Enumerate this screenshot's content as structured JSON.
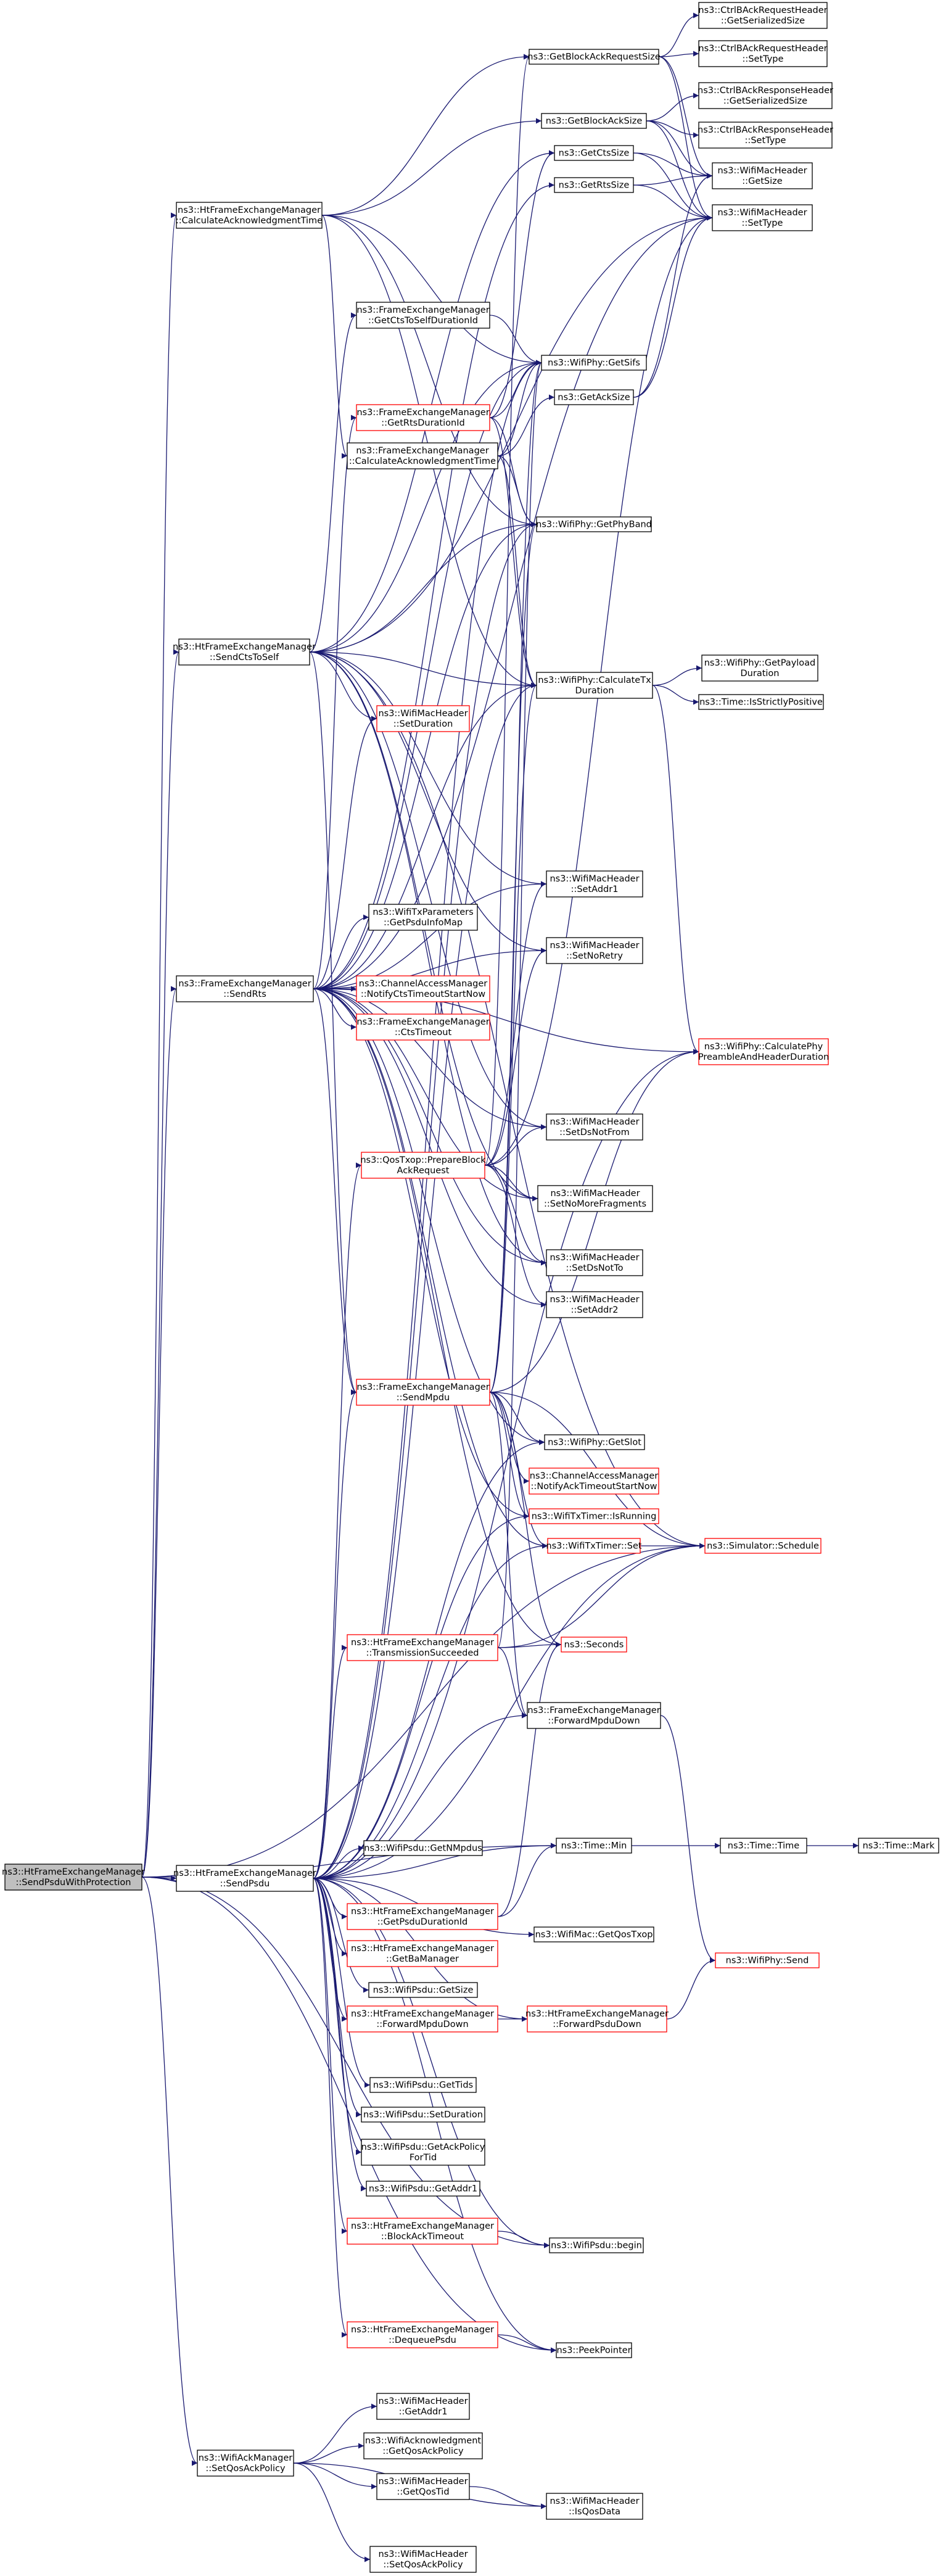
{
  "colors": {
    "edge": "#191970",
    "node_border_black": "#000000",
    "node_border_red": "#ff0000",
    "root_fill": "#bfbfbf",
    "node_fill": "#ffffff"
  },
  "nodes": [
    {
      "id": "root",
      "lines": [
        "ns3::HtFrameExchangeManager",
        "::SendPsduWithProtection"
      ],
      "style": "root"
    },
    {
      "id": "calcAckTimeHt",
      "lines": [
        "ns3::HtFrameExchangeManager",
        "::CalculateAcknowledgmentTime"
      ],
      "style": "black"
    },
    {
      "id": "getBlockAckReqSize",
      "lines": [
        "ns3::GetBlockAckRequestSize"
      ],
      "style": "black"
    },
    {
      "id": "ctrlBArqGetSer",
      "lines": [
        "ns3::CtrlBAckRequestHeader",
        "::GetSerializedSize"
      ],
      "style": "black"
    },
    {
      "id": "ctrlBArqSetType",
      "lines": [
        "ns3::CtrlBAckRequestHeader",
        "::SetType"
      ],
      "style": "black"
    },
    {
      "id": "getBlockAckSize",
      "lines": [
        "ns3::GetBlockAckSize"
      ],
      "style": "black"
    },
    {
      "id": "ctrlBArspGetSer",
      "lines": [
        "ns3::CtrlBAckResponseHeader",
        "::GetSerializedSize"
      ],
      "style": "black"
    },
    {
      "id": "ctrlBArspSetType",
      "lines": [
        "ns3::CtrlBAckResponseHeader",
        "::SetType"
      ],
      "style": "black"
    },
    {
      "id": "getCtsSize",
      "lines": [
        "ns3::GetCtsSize"
      ],
      "style": "black"
    },
    {
      "id": "macGetSize",
      "lines": [
        "ns3::WifiMacHeader",
        "::GetSize"
      ],
      "style": "black"
    },
    {
      "id": "getRtsSize",
      "lines": [
        "ns3::GetRtsSize"
      ],
      "style": "black"
    },
    {
      "id": "macSetType",
      "lines": [
        "ns3::WifiMacHeader",
        "::SetType"
      ],
      "style": "black"
    },
    {
      "id": "getCtsToSelfDur",
      "lines": [
        "ns3::FrameExchangeManager",
        "::GetCtsToSelfDurationId"
      ],
      "style": "black"
    },
    {
      "id": "getSifs",
      "lines": [
        "ns3::WifiPhy::GetSifs"
      ],
      "style": "black"
    },
    {
      "id": "getRtsDurId",
      "lines": [
        "ns3::FrameExchangeManager",
        "::GetRtsDurationId"
      ],
      "style": "red"
    },
    {
      "id": "getAckSize",
      "lines": [
        "ns3::GetAckSize"
      ],
      "style": "black"
    },
    {
      "id": "calcAckTimeFem",
      "lines": [
        "ns3::FrameExchangeManager",
        "::CalculateAcknowledgmentTime"
      ],
      "style": "black"
    },
    {
      "id": "getPhyBand",
      "lines": [
        "ns3::WifiPhy::GetPhyBand"
      ],
      "style": "black"
    },
    {
      "id": "sendCtsToSelf",
      "lines": [
        "ns3::HtFrameExchangeManager",
        "::SendCtsToSelf"
      ],
      "style": "black"
    },
    {
      "id": "calcTxDur",
      "lines": [
        "ns3::WifiPhy::CalculateTx",
        "Duration"
      ],
      "style": "black"
    },
    {
      "id": "getPayloadDur",
      "lines": [
        "ns3::WifiPhy::GetPayload",
        "Duration"
      ],
      "style": "black"
    },
    {
      "id": "macSetDuration",
      "lines": [
        "ns3::WifiMacHeader",
        "::SetDuration"
      ],
      "style": "red"
    },
    {
      "id": "isStrictlyPos",
      "lines": [
        "ns3::Time::IsStrictlyPositive"
      ],
      "style": "black"
    },
    {
      "id": "macSetAddr1",
      "lines": [
        "ns3::WifiMacHeader",
        "::SetAddr1"
      ],
      "style": "black"
    },
    {
      "id": "getPsduInfoMap",
      "lines": [
        "ns3::WifiTxParameters",
        "::GetPsduInfoMap"
      ],
      "style": "black"
    },
    {
      "id": "sendRts",
      "lines": [
        "ns3::FrameExchangeManager",
        "::SendRts"
      ],
      "style": "black"
    },
    {
      "id": "notifyCtsTimeout",
      "lines": [
        "ns3::ChannelAccessManager",
        "::NotifyCtsTimeoutStartNow"
      ],
      "style": "red"
    },
    {
      "id": "macSetNoRetry",
      "lines": [
        "ns3::WifiMacHeader",
        "::SetNoRetry"
      ],
      "style": "black"
    },
    {
      "id": "ctsTimeout",
      "lines": [
        "ns3::FrameExchangeManager",
        "::CtsTimeout"
      ],
      "style": "red"
    },
    {
      "id": "calcPhyPreamble",
      "lines": [
        "ns3::WifiPhy::CalculatePhy",
        "PreambleAndHeaderDuration"
      ],
      "style": "red"
    },
    {
      "id": "macSetDsNotFrom",
      "lines": [
        "ns3::WifiMacHeader",
        "::SetDsNotFrom"
      ],
      "style": "black"
    },
    {
      "id": "prepareBlockAck",
      "lines": [
        "ns3::QosTxop::PrepareBlock",
        "AckRequest"
      ],
      "style": "red"
    },
    {
      "id": "macSetNoMoreFrag",
      "lines": [
        "ns3::WifiMacHeader",
        "::SetNoMoreFragments"
      ],
      "style": "black"
    },
    {
      "id": "macSetDsNotTo",
      "lines": [
        "ns3::WifiMacHeader",
        "::SetDsNotTo"
      ],
      "style": "black"
    },
    {
      "id": "macSetAddr2",
      "lines": [
        "ns3::WifiMacHeader",
        "::SetAddr2"
      ],
      "style": "black"
    },
    {
      "id": "sendMpdu",
      "lines": [
        "ns3::FrameExchangeManager",
        "::SendMpdu"
      ],
      "style": "red"
    },
    {
      "id": "getSlot",
      "lines": [
        "ns3::WifiPhy::GetSlot"
      ],
      "style": "black"
    },
    {
      "id": "notifyAckTimeout",
      "lines": [
        "ns3::ChannelAccessManager",
        "::NotifyAckTimeoutStartNow"
      ],
      "style": "red"
    },
    {
      "id": "txTimerIsRunning",
      "lines": [
        "ns3::WifiTxTimer::IsRunning"
      ],
      "style": "red"
    },
    {
      "id": "txTimerSet",
      "lines": [
        "ns3::WifiTxTimer::Set"
      ],
      "style": "red"
    },
    {
      "id": "schedule",
      "lines": [
        "ns3::Simulator::Schedule"
      ],
      "style": "red"
    },
    {
      "id": "transSucceeded",
      "lines": [
        "ns3::HtFrameExchangeManager",
        "::TransmissionSucceeded"
      ],
      "style": "red"
    },
    {
      "id": "seconds",
      "lines": [
        "ns3::Seconds"
      ],
      "style": "red"
    },
    {
      "id": "femForwardMpdu",
      "lines": [
        "ns3::FrameExchangeManager",
        "::ForwardMpduDown"
      ],
      "style": "black"
    },
    {
      "id": "getNMpdus",
      "lines": [
        "ns3::WifiPsdu::GetNMpdus"
      ],
      "style": "black"
    },
    {
      "id": "sendPsdu",
      "lines": [
        "ns3::HtFrameExchangeManager",
        "::SendPsdu"
      ],
      "style": "black"
    },
    {
      "id": "getPsduDurId",
      "lines": [
        "ns3::HtFrameExchangeManager",
        "::GetPsduDurationId"
      ],
      "style": "red"
    },
    {
      "id": "timeMin",
      "lines": [
        "ns3::Time::Min"
      ],
      "style": "black"
    },
    {
      "id": "timeTime",
      "lines": [
        "ns3::Time::Time"
      ],
      "style": "black"
    },
    {
      "id": "timeMark",
      "lines": [
        "ns3::Time::Mark"
      ],
      "style": "black"
    },
    {
      "id": "getBaManager",
      "lines": [
        "ns3::HtFrameExchangeManager",
        "::GetBaManager"
      ],
      "style": "red"
    },
    {
      "id": "getQosTxop",
      "lines": [
        "ns3::WifiMac::GetQosTxop"
      ],
      "style": "black"
    },
    {
      "id": "phySend",
      "lines": [
        "ns3::WifiPhy::Send"
      ],
      "style": "red"
    },
    {
      "id": "psduGetSize",
      "lines": [
        "ns3::WifiPsdu::GetSize"
      ],
      "style": "black"
    },
    {
      "id": "htForwardMpdu",
      "lines": [
        "ns3::HtFrameExchangeManager",
        "::ForwardMpduDown"
      ],
      "style": "red"
    },
    {
      "id": "htForwardPsdu",
      "lines": [
        "ns3::HtFrameExchangeManager",
        "::ForwardPsduDown"
      ],
      "style": "red"
    },
    {
      "id": "getTids",
      "lines": [
        "ns3::WifiPsdu::GetTids"
      ],
      "style": "black"
    },
    {
      "id": "setDuration",
      "lines": [
        "ns3::WifiPsdu::SetDuration"
      ],
      "style": "black"
    },
    {
      "id": "getAckPolicy",
      "lines": [
        "ns3::WifiPsdu::GetAckPolicy",
        "ForTid"
      ],
      "style": "black"
    },
    {
      "id": "psduGetAddr1",
      "lines": [
        "ns3::WifiPsdu::GetAddr1"
      ],
      "style": "black"
    },
    {
      "id": "blockAckTimeout",
      "lines": [
        "ns3::HtFrameExchangeManager",
        "::BlockAckTimeout"
      ],
      "style": "red"
    },
    {
      "id": "psduBegin",
      "lines": [
        "ns3::WifiPsdu::begin"
      ],
      "style": "black"
    },
    {
      "id": "dequeuePsdu",
      "lines": [
        "ns3::HtFrameExchangeManager",
        "::DequeuePsdu"
      ],
      "style": "red"
    },
    {
      "id": "peekPointer",
      "lines": [
        "ns3::PeekPointer"
      ],
      "style": "black"
    },
    {
      "id": "macGetAddr1",
      "lines": [
        "ns3::WifiMacHeader",
        "::GetAddr1"
      ],
      "style": "black"
    },
    {
      "id": "setQosAckPolicy",
      "lines": [
        "ns3::WifiAckManager",
        "::SetQosAckPolicy"
      ],
      "style": "black"
    },
    {
      "id": "getQosAckPolicy",
      "lines": [
        "ns3::WifiAcknowledgment",
        "::GetQosAckPolicy"
      ],
      "style": "black"
    },
    {
      "id": "getQosTid",
      "lines": [
        "ns3::WifiMacHeader",
        "::GetQosTid"
      ],
      "style": "black"
    },
    {
      "id": "isQosData",
      "lines": [
        "ns3::WifiMacHeader",
        "::IsQosData"
      ],
      "style": "black"
    },
    {
      "id": "macSetQosAckPolicy",
      "lines": [
        "ns3::WifiMacHeader",
        "::SetQosAckPolicy"
      ],
      "style": "black"
    }
  ],
  "edges": [
    [
      "root",
      "calcAckTimeHt"
    ],
    [
      "root",
      "sendCtsToSelf"
    ],
    [
      "root",
      "sendRts"
    ],
    [
      "root",
      "sendPsdu"
    ],
    [
      "root",
      "setQosAckPolicy"
    ],
    [
      "root",
      "peekPointer"
    ],
    [
      "root",
      "timeMin"
    ],
    [
      "root",
      "schedule"
    ],
    [
      "root",
      "psduBegin"
    ],
    [
      "calcAckTimeHt",
      "getBlockAckReqSize"
    ],
    [
      "calcAckTimeHt",
      "getBlockAckSize"
    ],
    [
      "calcAckTimeHt",
      "calcAckTimeFem"
    ],
    [
      "calcAckTimeHt",
      "calcTxDur"
    ],
    [
      "calcAckTimeHt",
      "getSifs"
    ],
    [
      "calcAckTimeHt",
      "getPhyBand"
    ],
    [
      "getBlockAckReqSize",
      "ctrlBArqGetSer"
    ],
    [
      "getBlockAckReqSize",
      "ctrlBArqSetType"
    ],
    [
      "getBlockAckReqSize",
      "macGetSize"
    ],
    [
      "getBlockAckReqSize",
      "macSetType"
    ],
    [
      "getBlockAckSize",
      "ctrlBArspGetSer"
    ],
    [
      "getBlockAckSize",
      "ctrlBArspSetType"
    ],
    [
      "getBlockAckSize",
      "macGetSize"
    ],
    [
      "getBlockAckSize",
      "macSetType"
    ],
    [
      "getCtsSize",
      "macGetSize"
    ],
    [
      "getCtsSize",
      "macSetType"
    ],
    [
      "getRtsSize",
      "macGetSize"
    ],
    [
      "getRtsSize",
      "macSetType"
    ],
    [
      "getAckSize",
      "macGetSize"
    ],
    [
      "getAckSize",
      "macSetType"
    ],
    [
      "getCtsToSelfDur",
      "getSifs"
    ],
    [
      "getRtsDurId",
      "getCtsSize"
    ],
    [
      "getRtsDurId",
      "getSifs"
    ],
    [
      "getRtsDurId",
      "getPhyBand"
    ],
    [
      "getRtsDurId",
      "calcTxDur"
    ],
    [
      "calcAckTimeFem",
      "getAckSize"
    ],
    [
      "calcAckTimeFem",
      "getSifs"
    ],
    [
      "calcAckTimeFem",
      "getPhyBand"
    ],
    [
      "calcAckTimeFem",
      "calcTxDur"
    ],
    [
      "calcTxDur",
      "getPayloadDur"
    ],
    [
      "calcTxDur",
      "isStrictlyPos"
    ],
    [
      "calcTxDur",
      "calcPhyPreamble"
    ],
    [
      "sendCtsToSelf",
      "getCtsSize"
    ],
    [
      "sendCtsToSelf",
      "getCtsToSelfDur"
    ],
    [
      "sendCtsToSelf",
      "calcTxDur"
    ],
    [
      "sendCtsToSelf",
      "macSetDuration"
    ],
    [
      "sendCtsToSelf",
      "macSetAddr1"
    ],
    [
      "sendCtsToSelf",
      "sendMpdu"
    ],
    [
      "sendCtsToSelf",
      "getPhyBand"
    ],
    [
      "sendCtsToSelf",
      "getSifs"
    ],
    [
      "sendCtsToSelf",
      "macSetType"
    ],
    [
      "sendCtsToSelf",
      "schedule"
    ],
    [
      "sendCtsToSelf",
      "macSetNoRetry"
    ],
    [
      "sendCtsToSelf",
      "macSetDsNotFrom"
    ],
    [
      "sendCtsToSelf",
      "macSetDsNotTo"
    ],
    [
      "sendCtsToSelf",
      "macSetNoMoreFrag"
    ],
    [
      "sendRts",
      "getRtsSize"
    ],
    [
      "sendRts",
      "getRtsDurId"
    ],
    [
      "sendRts",
      "calcTxDur"
    ],
    [
      "sendRts",
      "getPsduInfoMap"
    ],
    [
      "sendRts",
      "notifyCtsTimeout"
    ],
    [
      "sendRts",
      "ctsTimeout"
    ],
    [
      "sendRts",
      "macSetNoRetry"
    ],
    [
      "sendRts",
      "macSetAddr1"
    ],
    [
      "sendRts",
      "macSetAddr2"
    ],
    [
      "sendRts",
      "macSetDsNotFrom"
    ],
    [
      "sendRts",
      "macSetDsNotTo"
    ],
    [
      "sendRts",
      "macSetNoMoreFrag"
    ],
    [
      "sendRts",
      "macSetDuration"
    ],
    [
      "sendRts",
      "macSetType"
    ],
    [
      "sendRts",
      "sendMpdu"
    ],
    [
      "sendRts",
      "getSlot"
    ],
    [
      "sendRts",
      "getSifs"
    ],
    [
      "sendRts",
      "getPhyBand"
    ],
    [
      "sendRts",
      "calcPhyPreamble"
    ],
    [
      "sendRts",
      "txTimerSet"
    ],
    [
      "sendRts",
      "txTimerIsRunning"
    ],
    [
      "sendRts",
      "seconds"
    ],
    [
      "prepareBlockAck",
      "getBlockAckReqSize"
    ],
    [
      "prepareBlockAck",
      "macSetType"
    ],
    [
      "prepareBlockAck",
      "macSetAddr1"
    ],
    [
      "prepareBlockAck",
      "macSetAddr2"
    ],
    [
      "prepareBlockAck",
      "macSetDsNotFrom"
    ],
    [
      "prepareBlockAck",
      "macSetDsNotTo"
    ],
    [
      "prepareBlockAck",
      "macSetNoMoreFrag"
    ],
    [
      "prepareBlockAck",
      "macSetNoRetry"
    ],
    [
      "sendMpdu",
      "calcTxDur"
    ],
    [
      "sendMpdu",
      "getSifs"
    ],
    [
      "sendMpdu",
      "getSlot"
    ],
    [
      "sendMpdu",
      "notifyAckTimeout"
    ],
    [
      "sendMpdu",
      "txTimerIsRunning"
    ],
    [
      "sendMpdu",
      "txTimerSet"
    ],
    [
      "sendMpdu",
      "femForwardMpdu"
    ],
    [
      "sendMpdu",
      "schedule"
    ],
    [
      "sendMpdu",
      "calcPhyPreamble"
    ],
    [
      "sendMpdu",
      "seconds"
    ],
    [
      "sendMpdu",
      "getPhyBand"
    ],
    [
      "txTimerSet",
      "schedule"
    ],
    [
      "transSucceeded",
      "schedule"
    ],
    [
      "transSucceeded",
      "seconds"
    ],
    [
      "transSucceeded",
      "getSifs"
    ],
    [
      "transSucceeded",
      "femForwardMpdu"
    ],
    [
      "femForwardMpdu",
      "phySend"
    ],
    [
      "sendPsdu",
      "getNMpdus"
    ],
    [
      "sendPsdu",
      "getPsduDurId"
    ],
    [
      "sendPsdu",
      "timeMin"
    ],
    [
      "sendPsdu",
      "getBaManager"
    ],
    [
      "sendPsdu",
      "getQosTxop"
    ],
    [
      "sendPsdu",
      "psduGetSize"
    ],
    [
      "sendPsdu",
      "htForwardMpdu"
    ],
    [
      "sendPsdu",
      "htForwardPsdu"
    ],
    [
      "sendPsdu",
      "getTids"
    ],
    [
      "sendPsdu",
      "setDuration"
    ],
    [
      "sendPsdu",
      "getAckPolicy"
    ],
    [
      "sendPsdu",
      "psduGetAddr1"
    ],
    [
      "sendPsdu",
      "blockAckTimeout"
    ],
    [
      "sendPsdu",
      "psduBegin"
    ],
    [
      "sendPsdu",
      "dequeuePsdu"
    ],
    [
      "sendPsdu",
      "peekPointer"
    ],
    [
      "sendPsdu",
      "transSucceeded"
    ],
    [
      "sendPsdu",
      "prepareBlockAck"
    ],
    [
      "sendPsdu",
      "sendMpdu"
    ],
    [
      "sendPsdu",
      "txTimerSet"
    ],
    [
      "sendPsdu",
      "txTimerIsRunning"
    ],
    [
      "sendPsdu",
      "calcTxDur"
    ],
    [
      "sendPsdu",
      "schedule"
    ],
    [
      "sendPsdu",
      "getSlot"
    ],
    [
      "sendPsdu",
      "getSifs"
    ],
    [
      "sendPsdu",
      "getPhyBand"
    ],
    [
      "sendPsdu",
      "calcPhyPreamble"
    ],
    [
      "sendPsdu",
      "femForwardMpdu"
    ],
    [
      "getPsduDurId",
      "timeMin"
    ],
    [
      "getPsduDurId",
      "seconds"
    ],
    [
      "timeMin",
      "timeTime"
    ],
    [
      "timeTime",
      "timeMark"
    ],
    [
      "htForwardMpdu",
      "htForwardPsdu"
    ],
    [
      "htForwardPsdu",
      "phySend"
    ],
    [
      "blockAckTimeout",
      "psduBegin"
    ],
    [
      "dequeuePsdu",
      "peekPointer"
    ],
    [
      "setQosAckPolicy",
      "macGetAddr1"
    ],
    [
      "setQosAckPolicy",
      "getQosAckPolicy"
    ],
    [
      "setQosAckPolicy",
      "getQosTid"
    ],
    [
      "setQosAckPolicy",
      "isQosData"
    ],
    [
      "setQosAckPolicy",
      "macSetQosAckPolicy"
    ],
    [
      "getQosTid",
      "isQosData"
    ]
  ]
}
